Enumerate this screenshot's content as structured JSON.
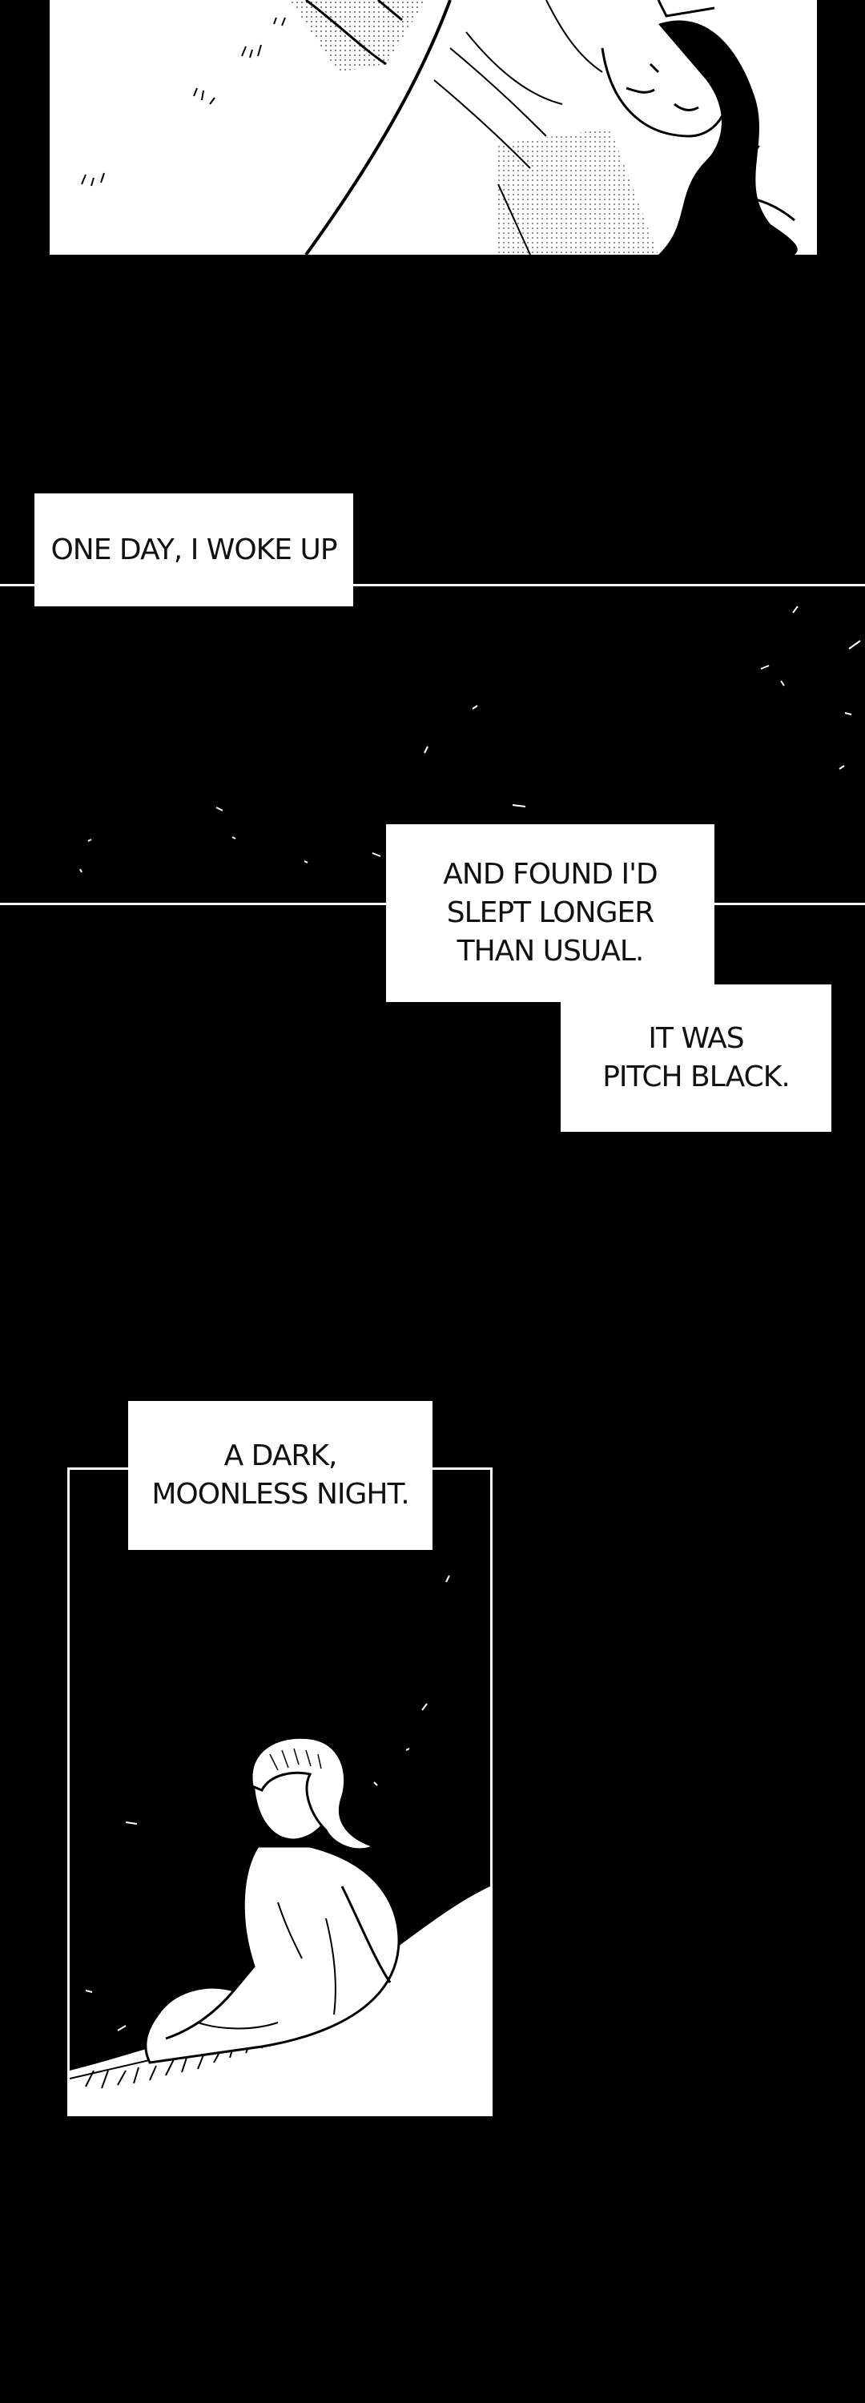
{
  "captions": {
    "woke_up": "ONE DAY, I WOKE UP",
    "slept_longer": "AND FOUND I'D\nSLEPT LONGER\nTHAN USUAL.",
    "pitch_black": "IT WAS\nPITCH BLACK.",
    "moonless": "A DARK,\nMOONLESS NIGHT."
  },
  "colors": {
    "background": "#000000",
    "ink": "#111111",
    "paper": "#ffffff"
  }
}
